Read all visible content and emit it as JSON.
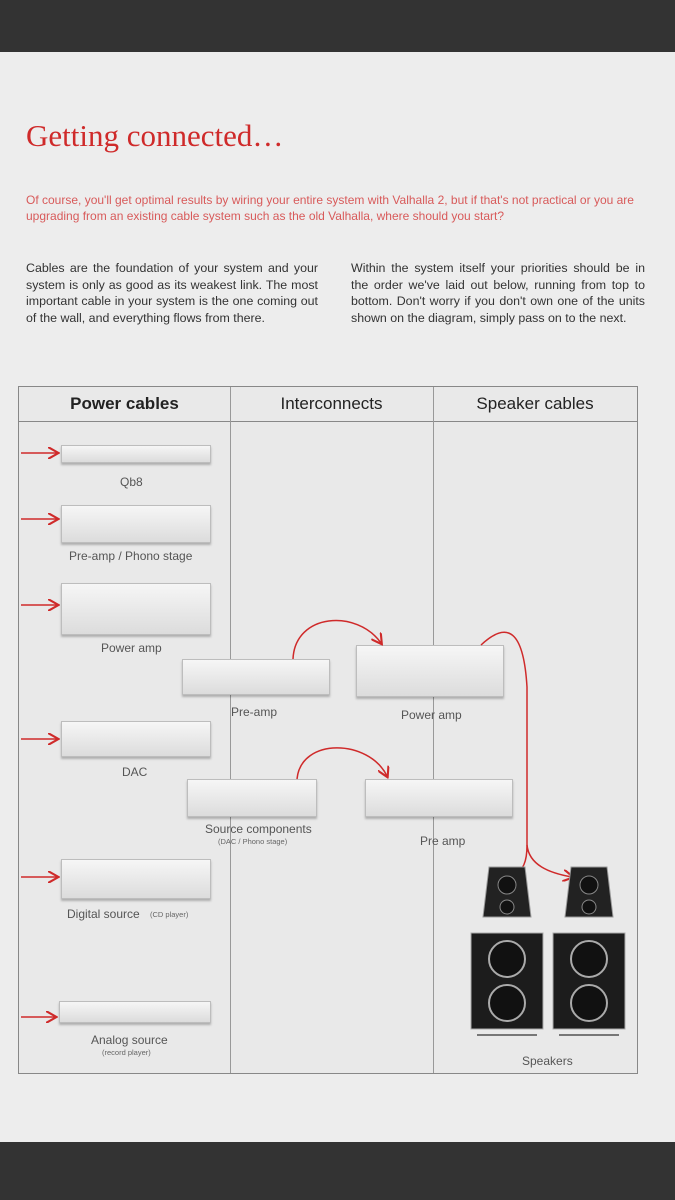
{
  "heading": "Getting connected…",
  "intro": "Of course, you'll get optimal results by wiring your entire system with Valhalla 2, but if that's not practical or you are upgrading from an existing cable system such as the old Valhalla, where should you start?",
  "body_left": "Cables are the foundation of your system and your system is only as good as its weakest link. The most important cable in your system is the one coming out of the wall, and everything flows from there.",
  "body_right": "Within the system itself your priorities should be in the order we've laid out below, running from top to bottom. Don't worry if you don't own one of the units shown on the diagram, simply pass on to the next.",
  "columns": [
    "Power cables",
    "Interconnects",
    "Speaker cables"
  ],
  "power_items": {
    "qb8": "Qb8",
    "preamp_phono": "Pre-amp / Phono stage",
    "power_amp": "Power amp",
    "dac": "DAC",
    "digital_source": "Digital source",
    "digital_source_note": "(CD player)",
    "analog_source": "Analog source",
    "analog_source_note": "(record player)"
  },
  "interconnect_items": {
    "preamp": "Pre-amp",
    "power_amp": "Power amp",
    "source_components": "Source components",
    "source_components_note": "(DAC / Phono stage)",
    "pre_amp": "Pre amp"
  },
  "speaker_items": {
    "speakers": "Speakers"
  },
  "colors": {
    "accent": "#cf2a2a",
    "text": "#333333"
  }
}
